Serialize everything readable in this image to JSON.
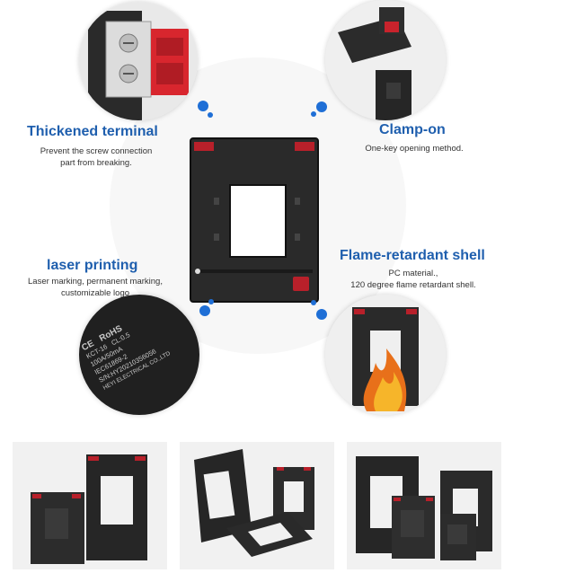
{
  "features": {
    "terminal": {
      "title": "Thickened terminal",
      "desc_line1": "Prevent the screw connection",
      "desc_line2": "part from breaking."
    },
    "clamp": {
      "title": "Clamp-on",
      "desc_line1": "One-key opening method."
    },
    "laser": {
      "title": "laser printing",
      "desc_line1": "Laser marking, permanent marking,",
      "desc_line2": "customizable logo"
    },
    "flame": {
      "title": "Flame-retardant shell",
      "desc_line1": "PC material.,",
      "desc_line2": "120 degree flame retardant shell."
    }
  },
  "label_plate": {
    "ce": "CE",
    "rohs": "RoHS",
    "model": "KCT-16",
    "cl": "CL:0.5",
    "rating": "100A/50mA",
    "standard": "IEC61869-2",
    "serial": "S/N:HY20210356056",
    "maker": "HEYI ELECTRICAL CO.,LTD"
  },
  "colors": {
    "title_blue": "#1f5fae",
    "dot_blue": "#1f6fd6",
    "body_black": "#222222",
    "terminal_red": "#c8232c"
  }
}
